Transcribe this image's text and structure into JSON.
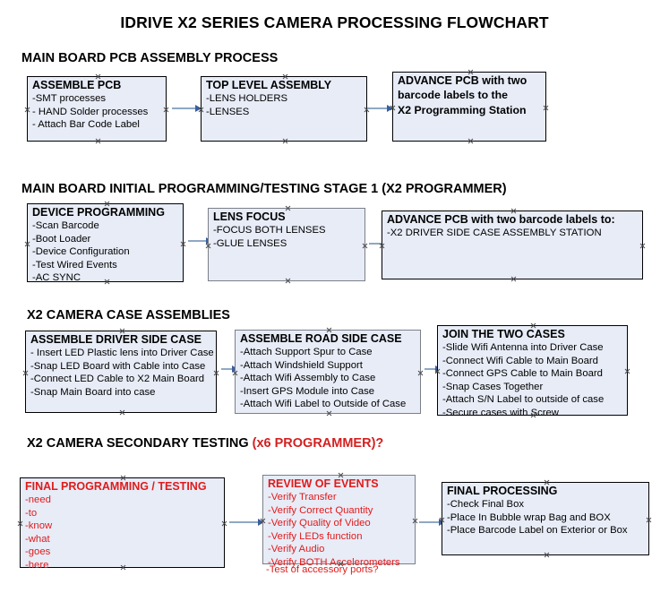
{
  "title": "IDRIVE X2  SERIES CAMERA PROCESSING FLOWCHART",
  "colors": {
    "box_fill": "#e7ecf7",
    "box_border": "#000000",
    "box_border_gray": "#7a7f87",
    "accent_red": "#e01b1b",
    "arrow_line": "#8fa8c4",
    "arrow_head": "#3a5f9e",
    "text": "#000000",
    "background": "#ffffff"
  },
  "sections": [
    {
      "heading": "MAIN BOARD PCB ASSEMBLY PROCESS",
      "heading_accent": "",
      "boxes": [
        {
          "title": "ASSEMBLE PCB",
          "lines": [
            "-SMT processes",
            "- HAND Solder processes",
            "- Attach Bar Code Label"
          ]
        },
        {
          "title": "TOP LEVEL ASSEMBLY",
          "lines": [
            "-LENS HOLDERS",
            "-LENSES"
          ]
        },
        {
          "title": "ADVANCE PCB with two",
          "lines": [
            "barcode labels to the",
            " X2 Programming Station"
          ]
        }
      ]
    },
    {
      "heading": "MAIN BOARD INITIAL PROGRAMMING/TESTING STAGE 1 (X2 PROGRAMMER)",
      "heading_accent": "",
      "boxes": [
        {
          "title": "DEVICE PROGRAMMING",
          "lines": [
            "-Scan Barcode",
            "-Boot Loader",
            "-Device Configuration",
            "-Test Wired Events",
            "-AC SYNC"
          ]
        },
        {
          "title": "LENS FOCUS",
          "lines": [
            "-FOCUS BOTH LENSES",
            "-GLUE LENSES"
          ]
        },
        {
          "title": "ADVANCE PCB with two barcode labels to:",
          "lines": [
            "-X2 DRIVER  SIDE  CASE  ASSEMBLY STATION"
          ]
        }
      ]
    },
    {
      "heading": "X2 CAMERA CASE ASSEMBLIES",
      "heading_accent": "",
      "boxes": [
        {
          "title": "ASSEMBLE DRIVER SIDE CASE",
          "lines": [
            "- Insert LED Plastic lens into Driver Case",
            "-Snap LED Board with Cable into Case",
            "-Connect LED Cable to X2 Main Board",
            "-Snap Main Board into case"
          ]
        },
        {
          "title": "ASSEMBLE ROAD SIDE CASE",
          "lines": [
            "-Attach Support Spur to Case",
            "-Attach Windshield Support",
            "-Attach Wifi Assembly to Case",
            "-Insert GPS Module into Case",
            "-Attach Wifi Label to Outside of Case"
          ]
        },
        {
          "title": "JOIN THE TWO CASES",
          "lines": [
            "-Slide Wifi Antenna into Driver Case",
            "-Connect Wifi Cable to Main Board",
            "-Connect GPS Cable to Main Board",
            "-Snap Cases Together",
            "-Attach S/N Label to outside of case",
            "-Secure cases with Screw"
          ]
        }
      ]
    },
    {
      "heading": "X2 CAMERA SECONDARY TESTING ",
      "heading_accent": "(x6 PROGRAMMER)?",
      "boxes": [
        {
          "title": "FINAL PROGRAMMING / TESTING",
          "lines": [
            "-need",
            "-to",
            "-know",
            "-what",
            "-goes",
            "-here"
          ]
        },
        {
          "title": "REVIEW OF EVENTS",
          "lines": [
            "-Verify Transfer",
            "-Verify Correct Quantity",
            "-Verify Quality of Video",
            "-Verify LEDs function",
            "-Verify Audio",
            "-Verify BOTH Accelerometers"
          ],
          "overflow_line": "-Test of accessory ports?"
        },
        {
          "title": "FINAL PROCESSING",
          "lines": [
            " -Check Final Box",
            "-Place In Bubble wrap Bag and BOX",
            "-Place Barcode Label on Exterior or Box"
          ]
        }
      ]
    }
  ]
}
